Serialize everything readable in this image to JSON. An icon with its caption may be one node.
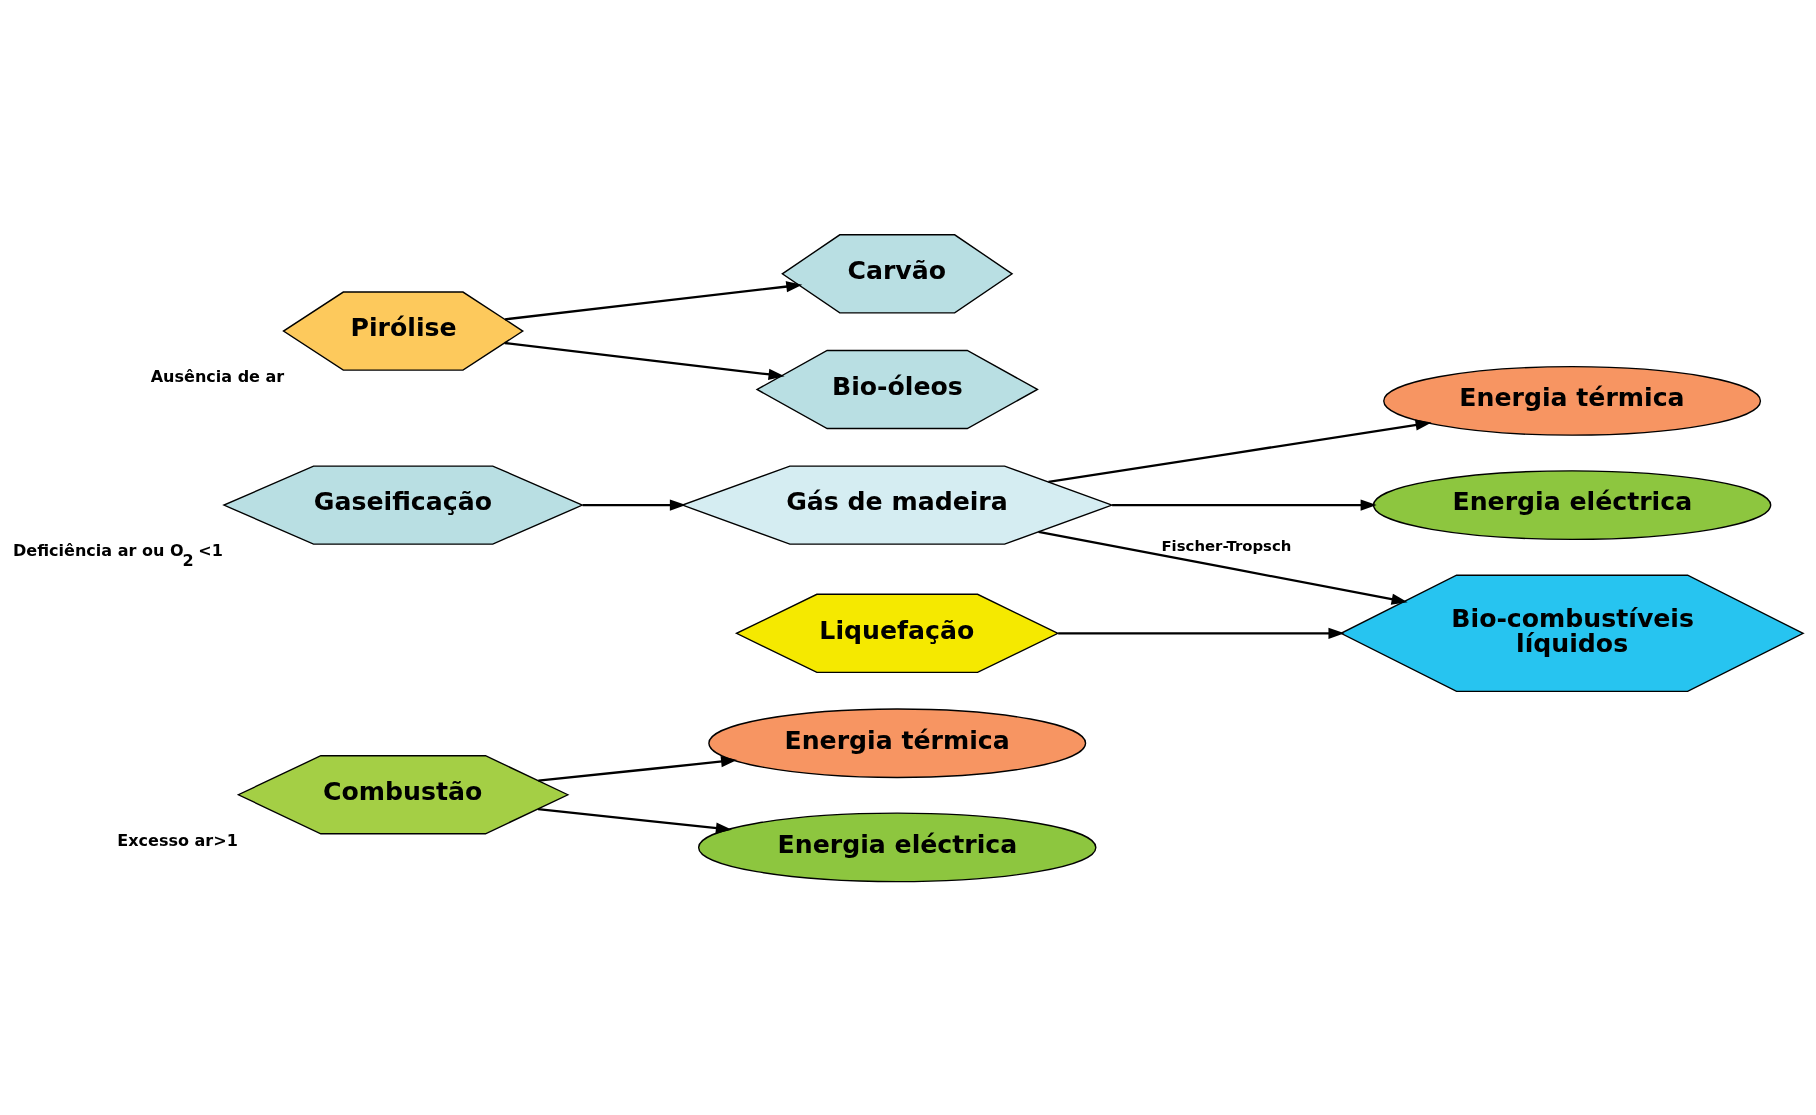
{
  "diagram": {
    "nodes": [
      {
        "text": [
          "Combustão"
        ],
        "beside": [
          "Excesso ar>1"
        ]
      },
      {
        "text": [
          "Energia térmica"
        ]
      },
      {
        "text": [
          "Energia eléctrica"
        ]
      },
      {
        "text": [
          "Gaseificação"
        ],
        "beside": [
          "Deficiência ar ou O$_{2}$ <1"
        ]
      },
      {
        "text": [
          "Gás de madeira"
        ]
      },
      {
        "text": [
          "Energia térmica"
        ]
      },
      {
        "text": [
          "Energia eléctrica"
        ]
      },
      {
        "text": [
          "Liquefação"
        ]
      },
      {
        "text": [
          "Bio-combustíveis líquidos"
        ]
      },
      {
        "text": [
          "Pirólise"
        ],
        "beside": [
          "Ausência de ar"
        ]
      },
      {
        "text": [
          "Carvão"
        ]
      },
      {
        "text": [
          "Bio-óleos"
        ]
      }
    ],
    "edges": [
      {
        "from": 0,
        "to": 1,
        "arrow": "to"
      },
      {
        "from": 0,
        "to": 2,
        "arrow": "to"
      },
      {
        "from": 3,
        "to": 4,
        "arrow": "to"
      },
      {
        "from": 4,
        "to": 5,
        "arrow": "to"
      },
      {
        "from": 4,
        "to": 6,
        "arrow": "to"
      },
      {
        "from": 4,
        "to": 8,
        "arrow": "to",
        "label": "Fischer-Tropsch"
      },
      {
        "from": 7,
        "to": 8,
        "arrow": "to"
      },
      {
        "from": 9,
        "to": 10,
        "arrow": "to"
      },
      {
        "from": 9,
        "to": 11,
        "arrow": "to"
      }
    ]
  }
}
